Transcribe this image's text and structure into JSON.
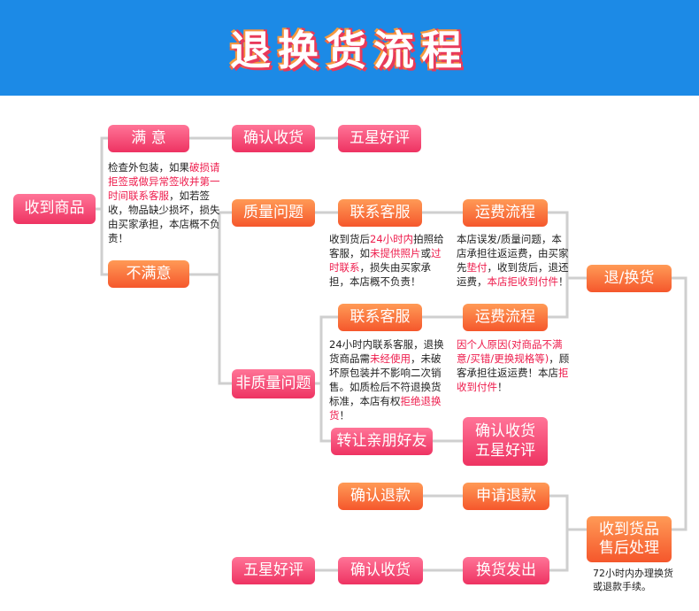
{
  "header": {
    "title": "退换货流程"
  },
  "nodes": {
    "receive_goods": "收到商品",
    "satisfied": "满 意",
    "confirm_receipt_top": "确认收货",
    "five_star_top": "五星好评",
    "quality_issue": "质量问题",
    "contact_cs_quality": "联系客服",
    "shipping_flow_quality": "运费流程",
    "return_exchange": "退/换货",
    "unsatisfied": "不满意",
    "contact_cs_nonquality": "联系客服",
    "shipping_flow_nonquality": "运费流程",
    "non_quality_issue": "非质量问题",
    "transfer_friend": "转让亲朋好友",
    "confirm_receipt_five_star_1": "确认收货",
    "confirm_receipt_five_star_2": "五星好评",
    "confirm_refund": "确认退款",
    "apply_refund": "申请退款",
    "after_sales_1": "收到货品",
    "after_sales_2": "售后处理",
    "five_star_bottom": "五星好评",
    "confirm_receipt_bottom": "确认收货",
    "exchange_shipped": "换货发出"
  },
  "notes": {
    "inspect": [
      "检查外包装，如果",
      "破损",
      "请拒签或做异常签收并",
      "第一时间联系客服",
      "，如若签收，物品缺少损坏，损失由买家承担，本店概不负责！"
    ],
    "quality_cs": [
      "收到货后",
      "24小时内",
      "拍照给客服，如",
      "未提供照片",
      "或",
      "过时联系",
      "，损失由买家承担，本店概不负责！"
    ],
    "quality_shipping": [
      "本店误发/质量问题，本店承担往返运费，由买家先",
      "垫付",
      "，收到货后，退还运费，",
      "本店拒收到付件",
      "！"
    ],
    "nonquality_cs": [
      "24小时内联系客服，退换货商品需",
      "未经使用",
      "，未破坏原包装并不影响二次销售。如质检后不符退换货标准，本店有权",
      "拒绝退换货",
      "！"
    ],
    "nonquality_shipping": [
      "因个人原因(对商品不满意/买错/更换规格等)",
      "，顾客承担往返运费！本店",
      "拒收到付件",
      "！"
    ],
    "after_sales": "72小时内办理换货或退款手续。"
  },
  "colors": {
    "header_bg": "#1c8ae6",
    "pink": "#ee3362",
    "orange": "#f5572c",
    "line": "#cfcfcf",
    "highlight": "#ee1c4c"
  }
}
